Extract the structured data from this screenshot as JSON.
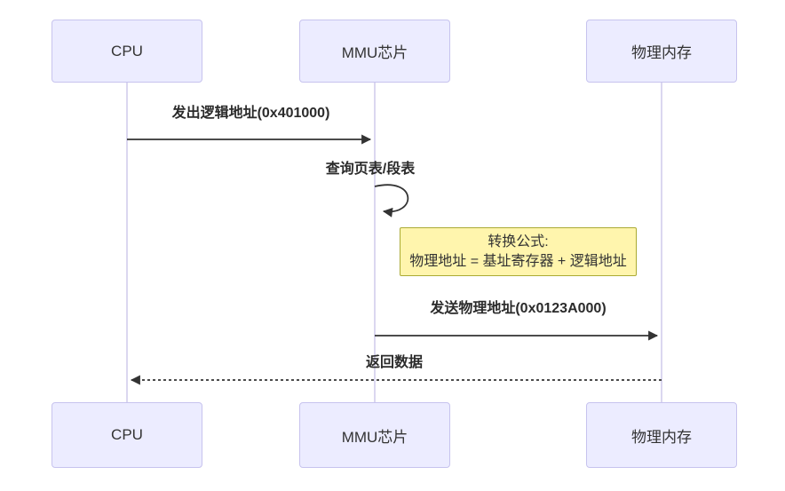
{
  "diagram": {
    "type": "sequence-diagram",
    "actors": [
      {
        "id": "cpu",
        "label": "CPU"
      },
      {
        "id": "mmu",
        "label": "MMU芯片"
      },
      {
        "id": "memory",
        "label": "物理内存"
      }
    ],
    "messages": [
      {
        "from": "CPU",
        "to": "MMU芯片",
        "label": "发出逻辑地址(0x401000)",
        "style": "solid"
      },
      {
        "from": "MMU芯片",
        "to": "MMU芯片",
        "label": "查询页表/段表",
        "style": "self-loop"
      },
      {
        "from": "MMU芯片",
        "to": "物理内存",
        "label": "发送物理地址(0x0123A000)",
        "style": "solid"
      },
      {
        "from": "物理内存",
        "to": "CPU",
        "label": "返回数据",
        "style": "dashed"
      }
    ],
    "note": {
      "position": "right of MMU芯片",
      "lines": [
        "转换公式:",
        "物理地址 = 基址寄存器 + 逻辑地址"
      ]
    },
    "colors": {
      "actor_fill": "#ECECFF",
      "actor_border": "#C7C3EE",
      "lifeline": "#CFCAEC",
      "note_fill": "#FFF5AD",
      "note_border": "#AAAA33",
      "arrow": "#333333",
      "text": "#333333",
      "background": "#FFFFFF"
    }
  }
}
